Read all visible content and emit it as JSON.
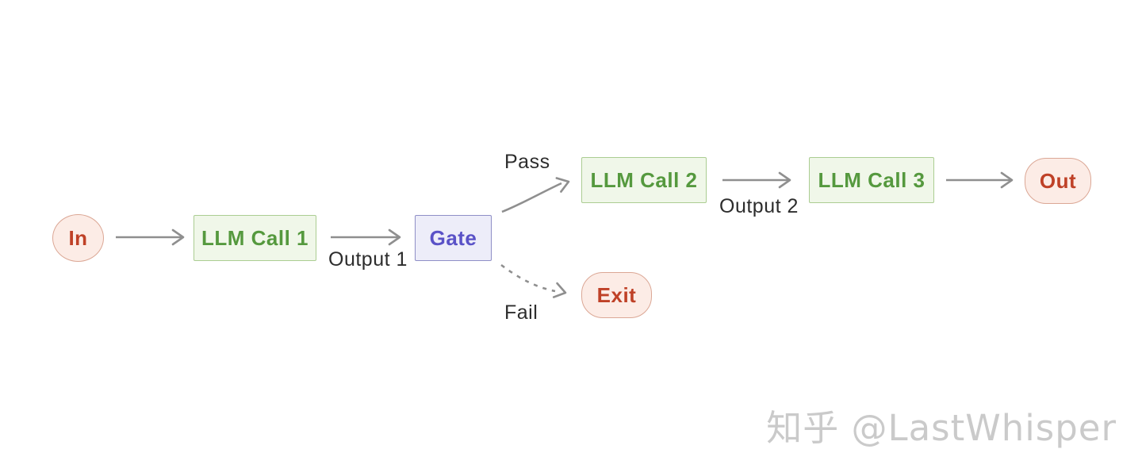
{
  "diagram": {
    "title_hint": "LLM chaining workflow with gate (prompt chaining pattern)",
    "nodes": {
      "in": {
        "label": "In"
      },
      "llm1": {
        "label": "LLM Call 1"
      },
      "gate": {
        "label": "Gate"
      },
      "llm2": {
        "label": "LLM Call 2"
      },
      "llm3": {
        "label": "LLM Call 3"
      },
      "out": {
        "label": "Out"
      },
      "exit": {
        "label": "Exit"
      }
    },
    "edge_labels": {
      "output1": "Output 1",
      "pass": "Pass",
      "output2": "Output 2",
      "fail": "Fail"
    }
  },
  "watermark": "知乎 @LastWhisper",
  "colors": {
    "bg": "#ffffff",
    "pink-fill": "#fcece6",
    "pink-border": "#dba795",
    "red-text": "#bf4127",
    "green-fill": "#f0f7e9",
    "green-border": "#abcd92",
    "green-text": "#55993e",
    "purple-fill": "#ededf9",
    "purple-border": "#8f8fc6",
    "purple-text": "#5a52c7",
    "arrow": "#8f8f8f",
    "label": "#2d2d2d",
    "watermark": "#cacaca"
  }
}
